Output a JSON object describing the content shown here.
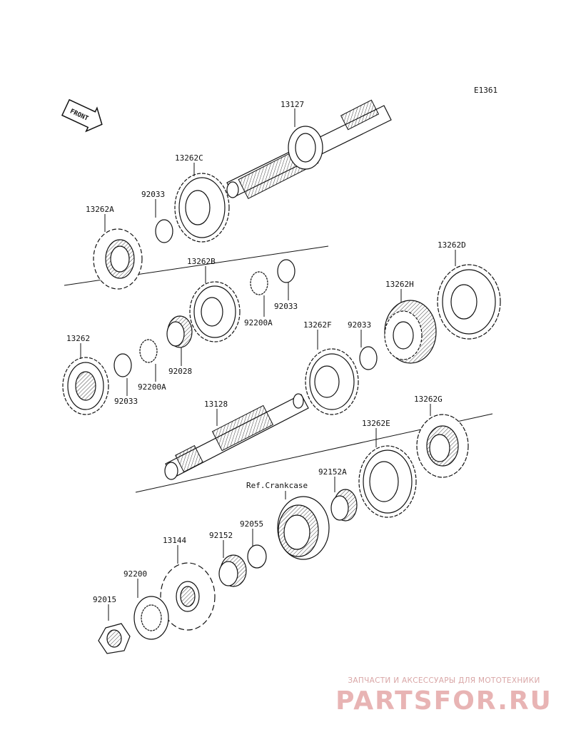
{
  "diagram_code": "E1361",
  "front_label": "FRONT",
  "parts": {
    "p13127": "13127",
    "p13262C": "13262C",
    "p92033_a": "92033",
    "p13262A": "13262A",
    "p13262B": "13262B",
    "p92033_b": "92033",
    "p92200A_a": "92200A",
    "p13262D": "13262D",
    "p13262H": "13262H",
    "p13262": "13262",
    "p92033_c": "92033",
    "p92200A_b": "92200A",
    "p92028": "92028",
    "p13262F": "13262F",
    "p92033_d": "92033",
    "p13128": "13128",
    "p13262G": "13262G",
    "p13262E": "13262E",
    "p92152A": "92152A",
    "ref_crankcase": "Ref.Crankcase",
    "p92055": "92055",
    "p92152": "92152",
    "p13144": "13144",
    "p92200": "92200",
    "p92015": "92015"
  },
  "watermark": {
    "tagline": "ЗАПЧАСТИ И АКСЕССУАРЫ ДЛЯ МОТОТЕХНИКИ",
    "brand": "PARTSFOR.RU",
    "color": "#e8b4b4"
  }
}
